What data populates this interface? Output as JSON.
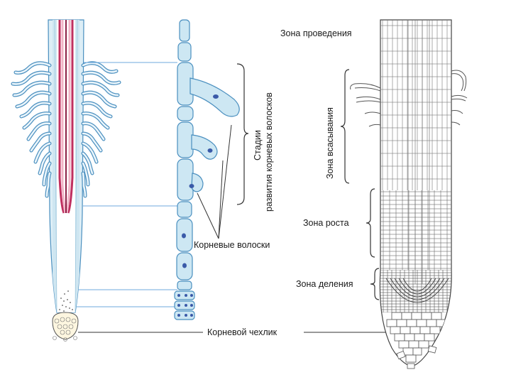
{
  "labels": {
    "conduction_zone": "Зона проведения",
    "absorption_zone": "Зона всасывания",
    "growth_zone": "Зона роста",
    "division_zone": "Зона деления",
    "root_cap": "Корневой чехлик",
    "root_hairs": "Корневые волоски",
    "stages_line1": "Стадии",
    "stages_line2": "развития корневых волосков"
  },
  "colors": {
    "cortex_blue": "#c9e6f2",
    "outline_blue": "#4a8fbf",
    "stele_red": "#c03060",
    "stele_light": "#f4c8d4",
    "nucleus": "#3a5aa8",
    "tissue_grey": "#555555",
    "guide_line_blue": "#6fa8dc"
  }
}
